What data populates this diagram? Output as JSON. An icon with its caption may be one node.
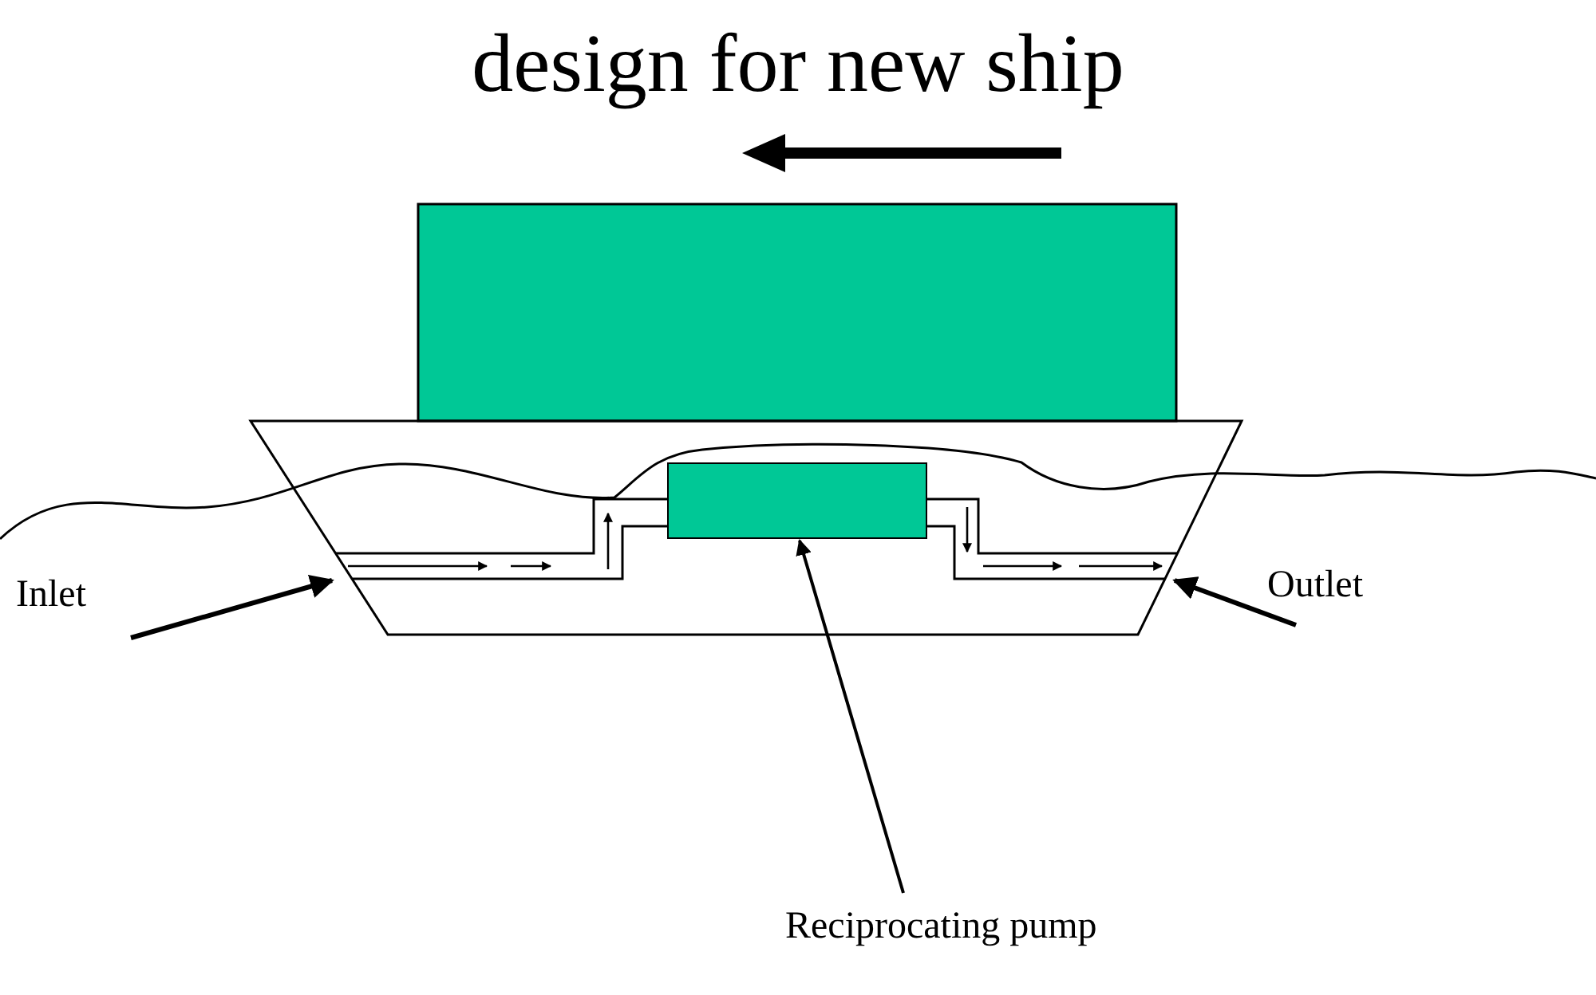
{
  "diagram": {
    "title": "design for new ship",
    "nodes": [
      {
        "text": [
          "Inlet"
        ]
      },
      {
        "text": [
          "Outlet"
        ]
      },
      {
        "text": [
          "Reciprocating pump"
        ]
      },
      {
        "text": [],
        "shape": "box"
      },
      {
        "text": [],
        "shape": "pipe"
      },
      {
        "text": [],
        "shape": "pipe"
      }
    ],
    "edges": [
      {
        "from": 0,
        "to": 4,
        "arrow": "to"
      },
      {
        "from": 1,
        "to": 5,
        "arrow": "to"
      },
      {
        "from": 2,
        "to": 3,
        "arrow": "to"
      }
    ]
  }
}
